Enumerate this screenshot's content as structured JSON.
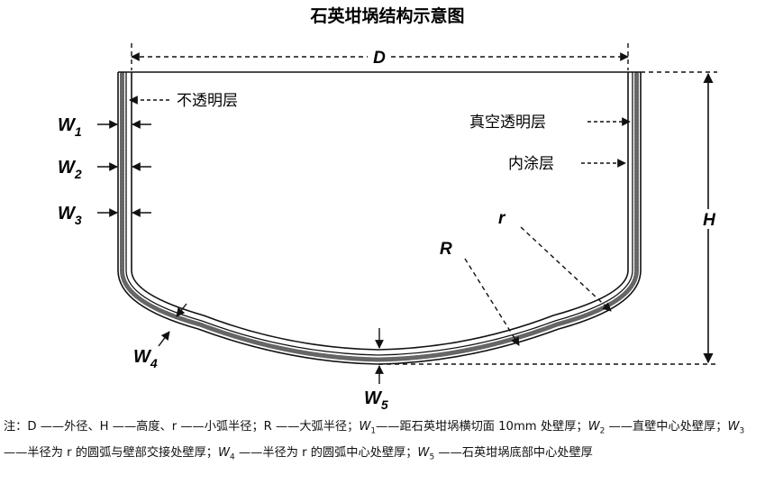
{
  "title": "石英坩埚结构示意图",
  "dimension_labels": {
    "D": "D",
    "H": "H",
    "R": "R",
    "r": "r"
  },
  "wall_labels": [
    {
      "letter": "W",
      "sub": "1"
    },
    {
      "letter": "W",
      "sub": "2"
    },
    {
      "letter": "W",
      "sub": "3"
    },
    {
      "letter": "W",
      "sub": "4"
    },
    {
      "letter": "W",
      "sub": "5"
    }
  ],
  "layer_labels": {
    "opaque": "不透明层",
    "vacuum_clear": "真空透明层",
    "inner_coating": "内涂层"
  },
  "note": {
    "prefix": "注：",
    "segments": [
      {
        "text": "D ——外径、H ——高度、r ——小弧半径；R ——大弧半径；",
        "italic": false
      },
      {
        "text": "W",
        "italic": true,
        "sub": "1"
      },
      {
        "text": "——距石英坩埚横切面 10mm 处壁厚；",
        "italic": false
      },
      {
        "text": "W",
        "italic": true,
        "sub": "2"
      },
      {
        "text": " ——直壁中心处壁厚；",
        "italic": false
      },
      {
        "text": "W",
        "italic": true,
        "sub": "3"
      },
      {
        "text": " ——半径为 r  的圆弧与壁部交接处壁厚；",
        "italic": false
      },
      {
        "text": "W",
        "italic": true,
        "sub": "4"
      },
      {
        "text": " ——半径为 r  的圆弧中心处壁厚；",
        "italic": false
      },
      {
        "text": "W",
        "italic": true,
        "sub": "5"
      },
      {
        "text": " ——石英坩埚底部中心处壁厚",
        "italic": false
      }
    ]
  }
}
